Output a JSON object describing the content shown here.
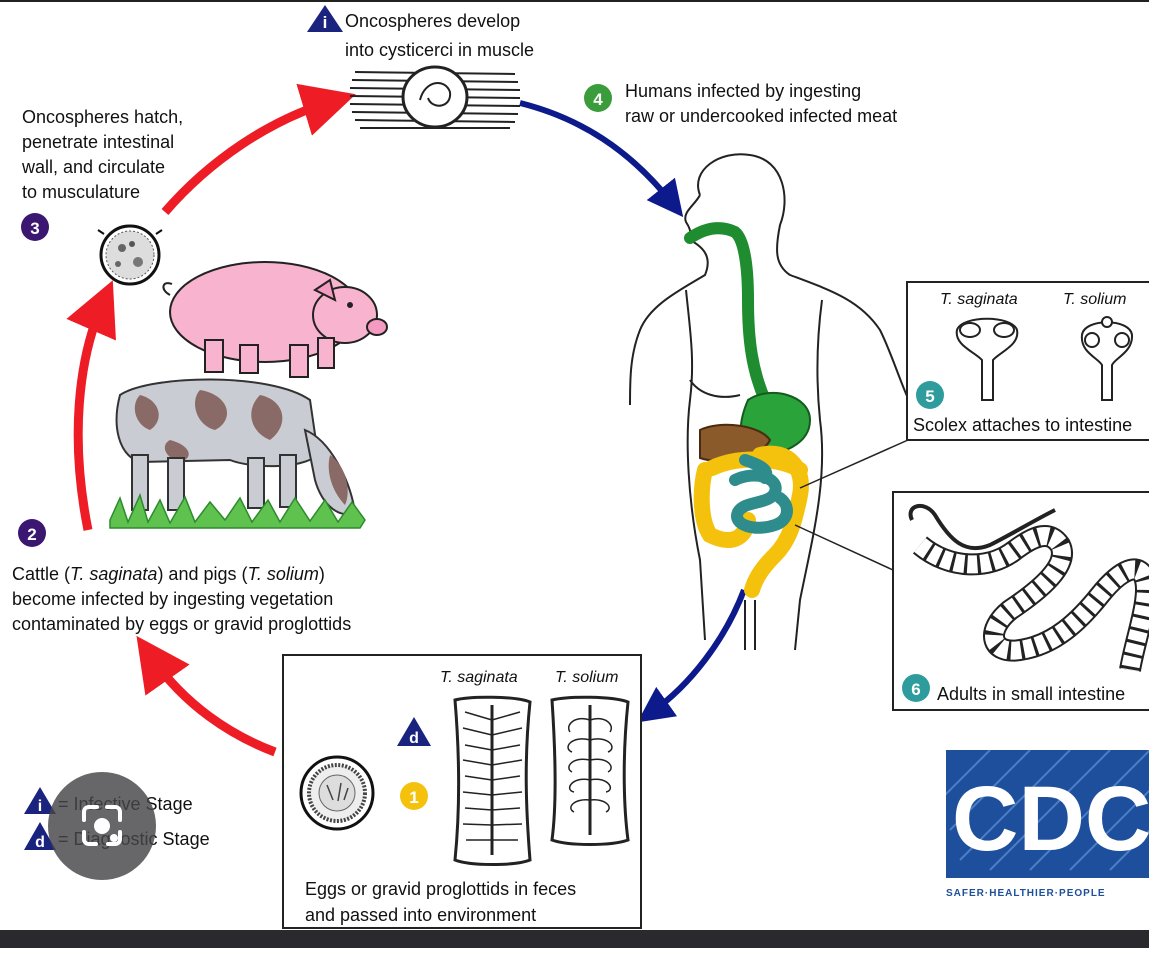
{
  "stages": {
    "i_top": {
      "badge": "i",
      "line1": "Oncospheres develop",
      "line2": "into cysticerci in muscle"
    },
    "s3": {
      "badge": "3",
      "lines": [
        "Oncospheres hatch,",
        "penetrate intestinal",
        "wall, and circulate",
        "to musculature"
      ]
    },
    "s4": {
      "badge": "4",
      "line1": "Humans infected by ingesting",
      "line2": "raw or undercooked infected meat"
    },
    "s2": {
      "badge": "2",
      "line1a": "Cattle (",
      "line1b": "T. saginata",
      "line1c": ") and pigs (",
      "line1d": "T. solium",
      "line1e": ")",
      "line2": "become infected by ingesting vegetation",
      "line3": "contaminated by eggs or gravid proglottids"
    },
    "s5": {
      "badge": "5",
      "label_sag": "T. saginata",
      "label_sol": "T. solium",
      "caption": "Scolex attaches to intestine"
    },
    "s6": {
      "badge": "6",
      "caption": "Adults in small intestine"
    },
    "s1": {
      "badge": "1",
      "d_badge": "d",
      "label_sag": "T. saginata",
      "label_sol": "T. solium",
      "line1": "Eggs or gravid proglottids in feces",
      "line2": "and passed into environment"
    }
  },
  "legend": {
    "infective_badge": "i",
    "infective_text": "= Infective Stage",
    "diagnostic_badge": "d",
    "diagnostic_text": "= Diagnostic Stage"
  },
  "logo": {
    "main": "CDC",
    "tagline": "SAFER·HEALTHIER·PEOPLE"
  },
  "colors": {
    "red_arrow": "#ee1c24",
    "blue_arrow": "#0c1a8c",
    "stage_purple": "#3b1772",
    "stage_green": "#3a9c3a",
    "stage_teal": "#2e9c9c",
    "stage_yellow": "#f4c20d",
    "badge_navy": "#1a237e",
    "cdc_blue": "#1d4f9c",
    "gut_green": "#1f8c2f"
  }
}
